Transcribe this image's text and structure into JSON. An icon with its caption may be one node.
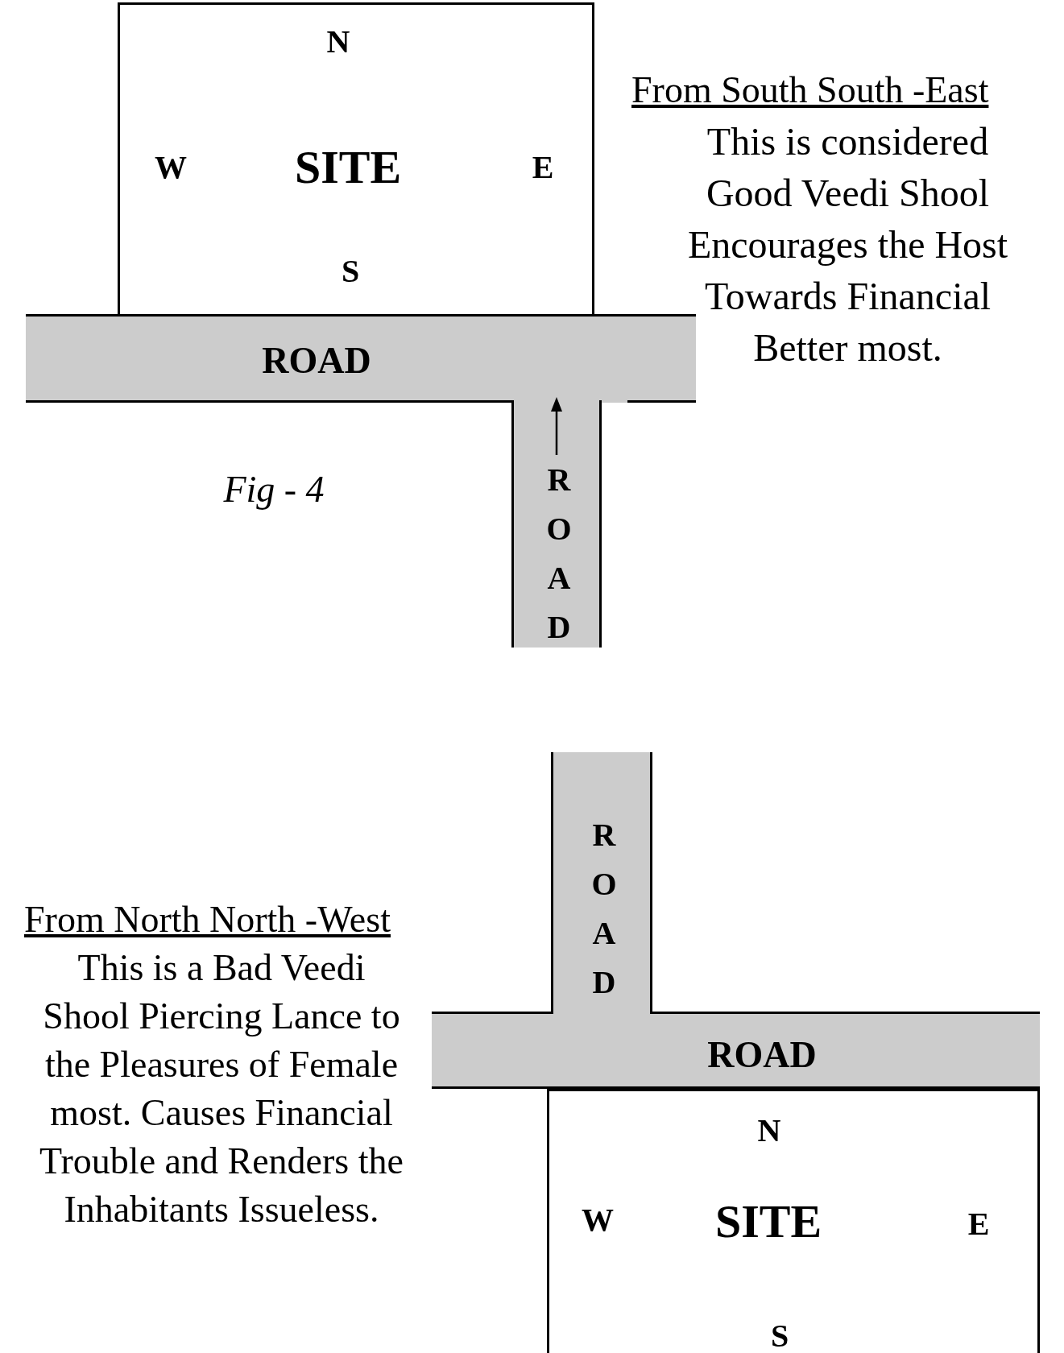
{
  "diagram": {
    "nodes": [
      {
        "text": [
          "N",
          "W",
          "SITE",
          "E",
          "S"
        ]
      },
      {
        "text": [
          "ROAD"
        ]
      },
      {
        "text": [
          "ROAD"
        ]
      },
      {
        "text": [
          "ROAD"
        ]
      },
      {
        "text": [
          "ROAD"
        ]
      },
      {
        "text": [
          "N",
          "W",
          "SITE",
          "E",
          "S"
        ]
      }
    ],
    "labels": [
      "From South South -East",
      "This is considered Good Veedi Shool Encourages the Host Towards Financial Better most.",
      "Fig - 4",
      "From North North -West",
      "This is a Bad Veedi Shool Piercing Lance to the Pleasures of Female most. Causes Financial Trouble and Renders the Inhabitants Issueless."
    ]
  }
}
